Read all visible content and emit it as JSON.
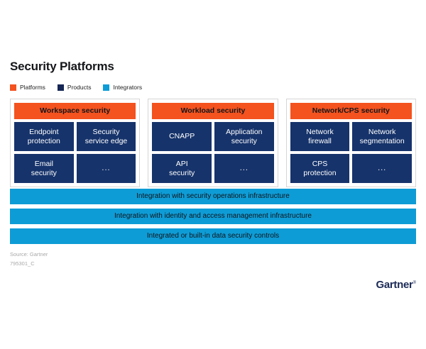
{
  "title": "Security Platforms",
  "legend": {
    "items": [
      {
        "label": "Platforms",
        "color": "#f4521e",
        "swatch_name": "legend-swatch-platforms"
      },
      {
        "label": "Products",
        "color": "#152654",
        "swatch_name": "legend-swatch-products"
      },
      {
        "label": "Integrators",
        "color": "#0e9cd6",
        "swatch_name": "legend-swatch-integrators"
      }
    ]
  },
  "columns": [
    {
      "header": "Workspace security",
      "cells": [
        {
          "label": "Endpoint\nprotection",
          "is_ellipsis": false
        },
        {
          "label": "Security\nservice edge",
          "is_ellipsis": false
        },
        {
          "label": "Email\nsecurity",
          "is_ellipsis": false
        },
        {
          "label": "...",
          "is_ellipsis": true
        }
      ]
    },
    {
      "header": "Workload security",
      "cells": [
        {
          "label": "CNAPP",
          "is_ellipsis": false
        },
        {
          "label": "Application\nsecurity",
          "is_ellipsis": false
        },
        {
          "label": "API\nsecurity",
          "is_ellipsis": false
        },
        {
          "label": "...",
          "is_ellipsis": true
        }
      ]
    },
    {
      "header": "Network/CPS security",
      "cells": [
        {
          "label": "Network\nfirewall",
          "is_ellipsis": false
        },
        {
          "label": "Network\nsegmentation",
          "is_ellipsis": false
        },
        {
          "label": "CPS\nprotection",
          "is_ellipsis": false
        },
        {
          "label": "...",
          "is_ellipsis": true
        }
      ]
    }
  ],
  "bars": [
    {
      "label": "Integration with security operations infrastructure"
    },
    {
      "label": "Integration with identity and access management infrastructure"
    },
    {
      "label": "Integrated or built-in data security controls"
    }
  ],
  "footer": {
    "source": "Source: Gartner",
    "doc_id": "795301_C",
    "logo_text": "Gartner",
    "logo_mark": "®"
  },
  "colors": {
    "platform_orange": "#f4521e",
    "product_navy": "#16336b",
    "integrator_blue": "#0e9cd6",
    "logo_navy": "#1b2a56",
    "background": "#ffffff"
  }
}
